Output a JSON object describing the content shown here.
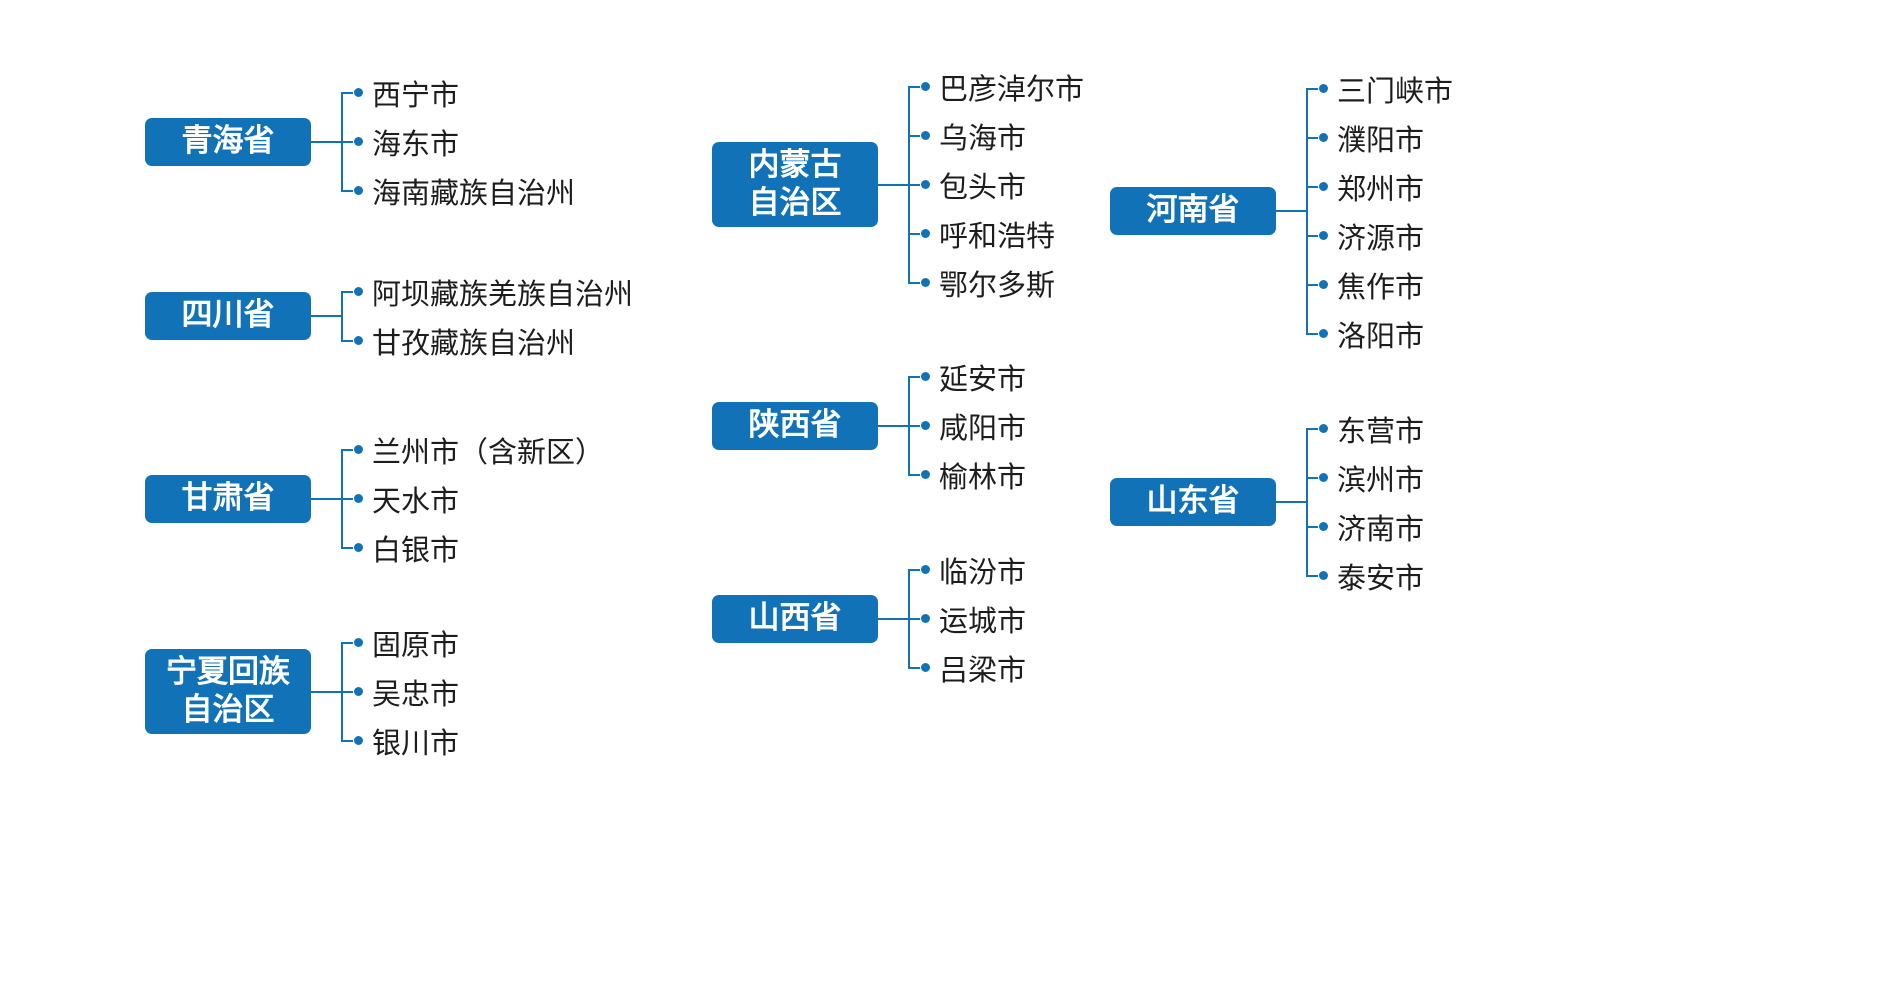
{
  "colors": {
    "accent": "#1172b8",
    "box_text": "#ffffff",
    "city_text": "#1d1d1f",
    "background": "#ffffff"
  },
  "chart_data": {
    "type": "table",
    "title": "",
    "layout": "province-to-cities bracket tree, three columns, white background, blue connectors",
    "groups": [
      {
        "name": "青海省",
        "label": "青海省",
        "cities": [
          "西宁市",
          "海东市",
          "海南藏族自治州"
        ]
      },
      {
        "name": "四川省",
        "label": "四川省",
        "cities": [
          "阿坝藏族羌族自治州",
          "甘孜藏族自治州"
        ]
      },
      {
        "name": "甘肃省",
        "label": "甘肃省",
        "cities": [
          "兰州市（含新区）",
          "天水市",
          "白银市"
        ]
      },
      {
        "name": "宁夏回族自治区",
        "label": "宁夏回族\n自治区",
        "cities": [
          "固原市",
          "吴忠市",
          "银川市"
        ]
      },
      {
        "name": "内蒙古自治区",
        "label": "内蒙古\n自治区",
        "cities": [
          "巴彦淖尔市",
          "乌海市",
          "包头市",
          "呼和浩特",
          "鄂尔多斯"
        ]
      },
      {
        "name": "陕西省",
        "label": "陕西省",
        "cities": [
          "延安市",
          "咸阳市",
          "榆林市"
        ]
      },
      {
        "name": "山西省",
        "label": "山西省",
        "cities": [
          "临汾市",
          "运城市",
          "吕梁市"
        ]
      },
      {
        "name": "河南省",
        "label": "河南省",
        "cities": [
          "三门峡市",
          "濮阳市",
          "郑州市",
          "济源市",
          "焦作市",
          "洛阳市"
        ]
      },
      {
        "name": "山东省",
        "label": "山东省",
        "cities": [
          "东营市",
          "滨州市",
          "济南市",
          "泰安市"
        ]
      }
    ]
  }
}
